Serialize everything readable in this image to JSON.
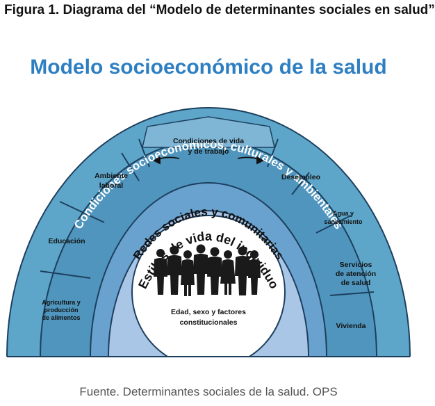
{
  "figure_caption": "Figura 1. Diagrama del “Modelo de determinantes sociales en salud”",
  "title": "Modelo socioeconómico de la salud",
  "source": "Fuente. Determinantes sociales de la salud. OPS",
  "outer_band": {
    "label": "Condiciones socioeconómicos, culturales y ambientales",
    "color": "#5ea6c9"
  },
  "living_conditions": {
    "label_line1": "Condiciones de vida",
    "label_line2": "y de trabajo",
    "color": "#4f95bd",
    "left_segments": [
      {
        "line1": "Agricultura y",
        "line2": "producción",
        "line3": "de alimentos"
      },
      {
        "line1": "Educación"
      },
      {
        "line1": "Ambiente",
        "line2": "laboral"
      }
    ],
    "right_segments": [
      {
        "line1": "Desempleo"
      },
      {
        "line1": "Agua y",
        "line2": "saneamiento"
      },
      {
        "line1": "Servicios",
        "line2": "de atención",
        "line3": "de salud"
      },
      {
        "line1": "Vivienda"
      }
    ]
  },
  "social_networks": {
    "label": "Redes sociales y comunitarias",
    "color": "#6aa2cf"
  },
  "lifestyle": {
    "label": "Estilos de vida del individuo",
    "color": "#a9c6e6"
  },
  "core": {
    "label_line1": "Edad, sexo y factores",
    "label_line2": "constitucionales",
    "people_icon": "group-of-people-icon"
  }
}
